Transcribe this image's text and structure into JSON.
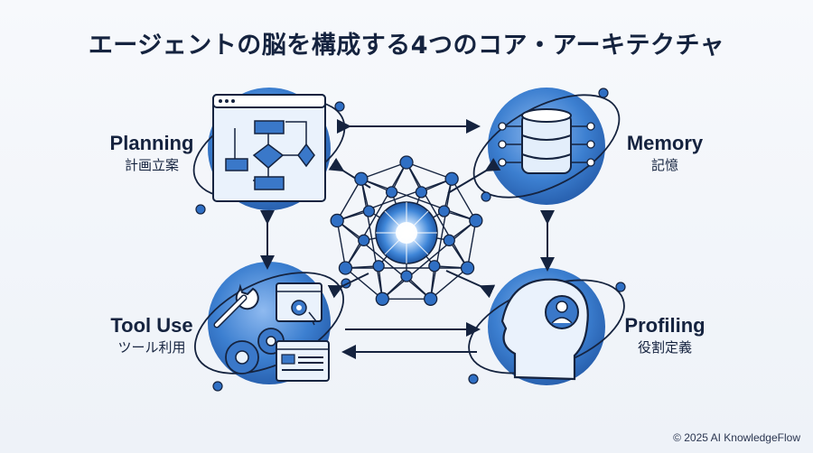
{
  "title": "エージェントの脳を構成する4つのコア・アーキテクチャ",
  "components": {
    "planning": {
      "en": "Planning",
      "jp": "計画立案",
      "icon": "flowchart-window-icon"
    },
    "memory": {
      "en": "Memory",
      "jp": "記憶",
      "icon": "database-icon"
    },
    "tool_use": {
      "en": "Tool Use",
      "jp": "ツール利用",
      "icon": "wrench-gears-icon"
    },
    "profiling": {
      "en": "Profiling",
      "jp": "役割定義",
      "icon": "head-profile-icon"
    }
  },
  "center": {
    "icon": "neural-network-icon"
  },
  "colors": {
    "primary": "#2f6fc4",
    "dark": "#15233f",
    "light": "#cfe0f6"
  },
  "footer": "© 2025 AI KnowledgeFlow"
}
